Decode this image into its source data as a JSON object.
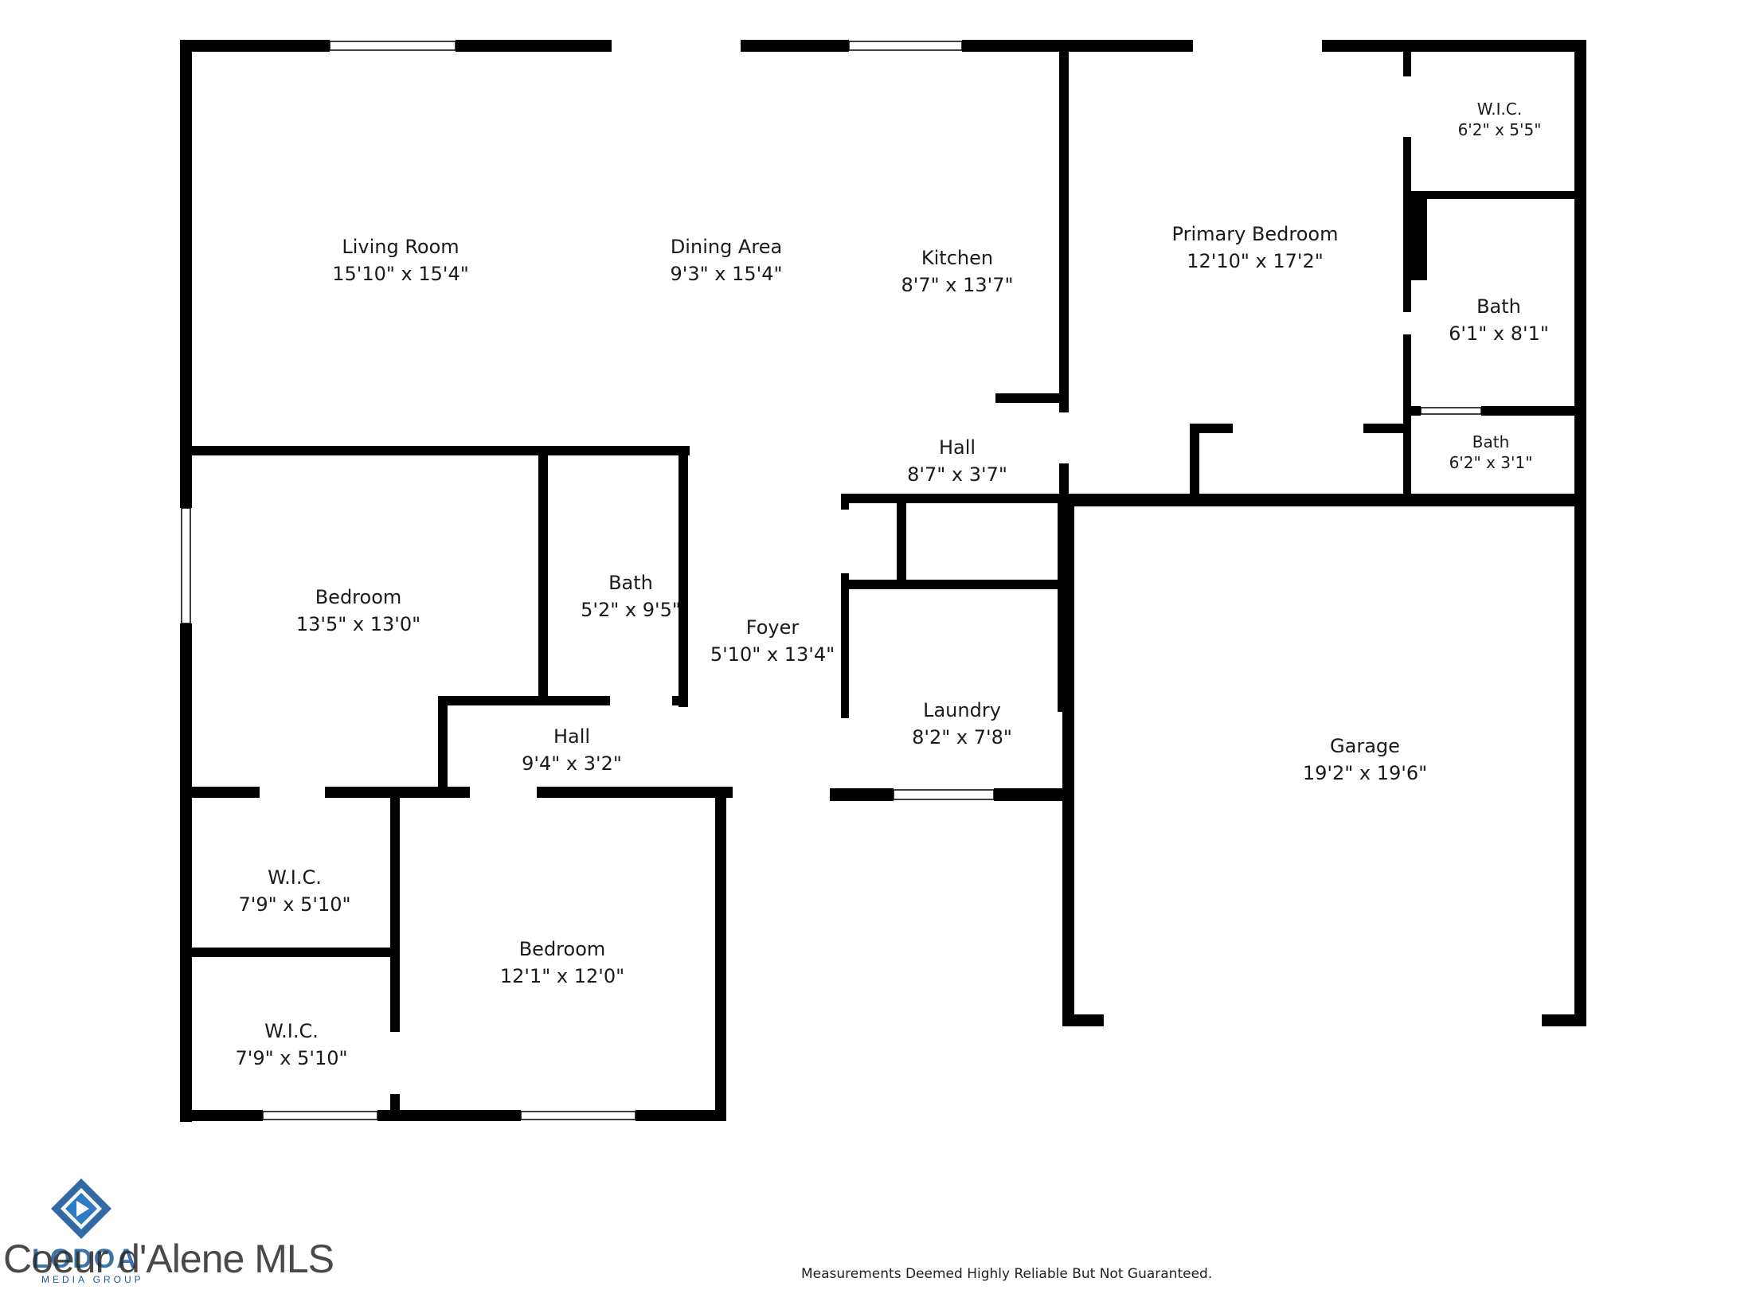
{
  "plan": {
    "rooms": [
      {
        "id": "living-room",
        "name": "Living Room",
        "dims": "15'10\" x 15'4\""
      },
      {
        "id": "dining-area",
        "name": "Dining Area",
        "dims": "9'3\" x 15'4\""
      },
      {
        "id": "kitchen",
        "name": "Kitchen",
        "dims": "8'7\" x 13'7\""
      },
      {
        "id": "primary-bedroom",
        "name": "Primary Bedroom",
        "dims": "12'10\" x 17'2\""
      },
      {
        "id": "wic-primary",
        "name": "W.I.C.",
        "dims": "6'2\" x 5'5\""
      },
      {
        "id": "bath-primary",
        "name": "Bath",
        "dims": "6'1\" x 8'1\""
      },
      {
        "id": "bath-small",
        "name": "Bath",
        "dims": "6'2\" x 3'1\""
      },
      {
        "id": "hall-upper",
        "name": "Hall",
        "dims": "8'7\" x 3'7\""
      },
      {
        "id": "bedroom-1",
        "name": "Bedroom",
        "dims": "13'5\" x 13'0\""
      },
      {
        "id": "bath-hall",
        "name": "Bath",
        "dims": "5'2\" x 9'5\""
      },
      {
        "id": "foyer",
        "name": "Foyer",
        "dims": "5'10\" x 13'4\""
      },
      {
        "id": "laundry",
        "name": "Laundry",
        "dims": "8'2\" x 7'8\""
      },
      {
        "id": "garage",
        "name": "Garage",
        "dims": "19'2\" x 19'6\""
      },
      {
        "id": "hall-lower",
        "name": "Hall",
        "dims": "9'4\" x 3'2\""
      },
      {
        "id": "wic-1",
        "name": "W.I.C.",
        "dims": "7'9\" x 5'10\""
      },
      {
        "id": "wic-2",
        "name": "W.I.C.",
        "dims": "7'9\" x 5'10\""
      },
      {
        "id": "bedroom-2",
        "name": "Bedroom",
        "dims": "12'1\" x 12'0\""
      }
    ],
    "wall_color": "#000000",
    "background_color": "#ffffff"
  },
  "footer": {
    "disclaimer": "Measurements Deemed Highly Reliable But Not Guaranteed.",
    "watermark": "Coeur d'Alene MLS",
    "logo_text": "LODOA",
    "logo_sub": "MEDIA GROUP",
    "logo_icon": "play-diamond-icon",
    "logo_color": "#1c5a9c"
  }
}
